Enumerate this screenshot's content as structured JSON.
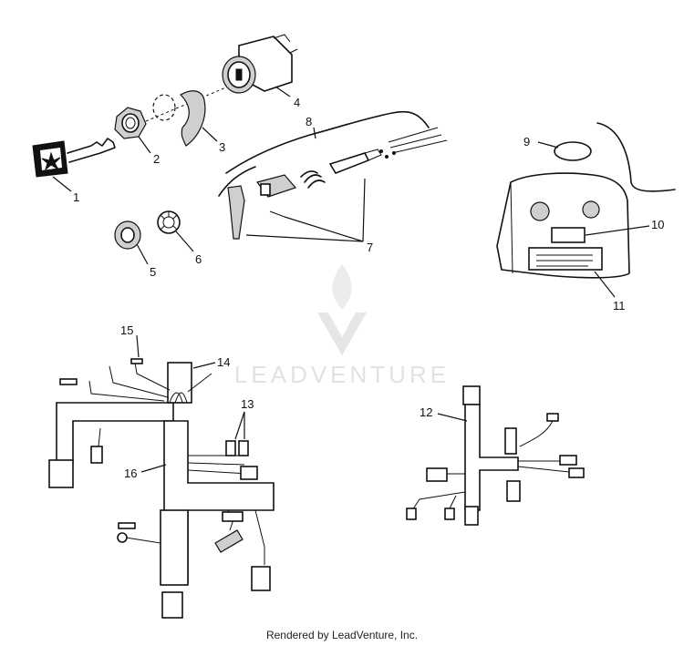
{
  "callouts": {
    "c1": "1",
    "c2": "2",
    "c3": "3",
    "c4": "4",
    "c5": "5",
    "c6": "6",
    "c7": "7",
    "c8": "8",
    "c9": "9",
    "c10": "10",
    "c11": "11",
    "c12": "12",
    "c13": "13",
    "c14": "14",
    "c15": "15",
    "c16": "16"
  },
  "watermark": {
    "text": "LEADVENTURE"
  },
  "footer": {
    "text": "Rendered by LeadVenture, Inc."
  }
}
